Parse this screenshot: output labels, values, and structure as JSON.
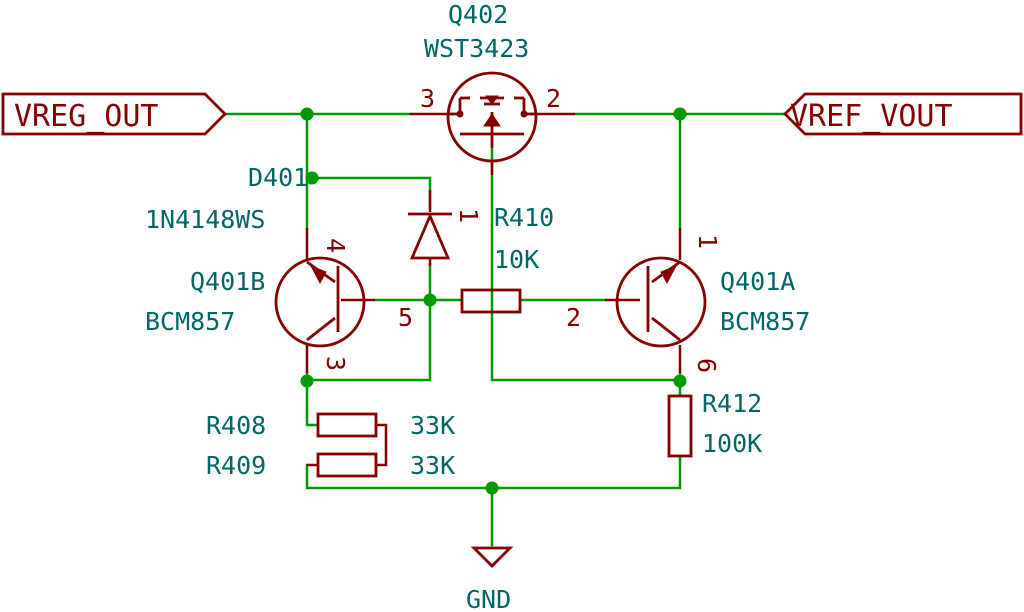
{
  "ports": {
    "left": "VREG_OUT",
    "right": "VREF_VOUT"
  },
  "components": {
    "q402": {
      "ref": "Q402",
      "value": "WST3423",
      "pins": [
        "3",
        "2"
      ]
    },
    "d401": {
      "ref": "D401",
      "value": "1N4148WS",
      "pin": "1"
    },
    "r410": {
      "ref": "R410",
      "value": "10K"
    },
    "q401b": {
      "ref": "Q401B",
      "value": "BCM857",
      "pins": [
        "4",
        "5",
        "3"
      ]
    },
    "q401a": {
      "ref": "Q401A",
      "value": "BCM857",
      "pins": [
        "1",
        "2",
        "6"
      ]
    },
    "r408": {
      "ref": "R408",
      "value": "33K"
    },
    "r409": {
      "ref": "R409",
      "value": "33K"
    },
    "r412": {
      "ref": "R412",
      "value": "100K"
    }
  },
  "power": {
    "gnd": "GND"
  },
  "colors": {
    "wire": "#009900",
    "symbol": "#840000",
    "text": "#006666",
    "background": "#ffffff"
  }
}
